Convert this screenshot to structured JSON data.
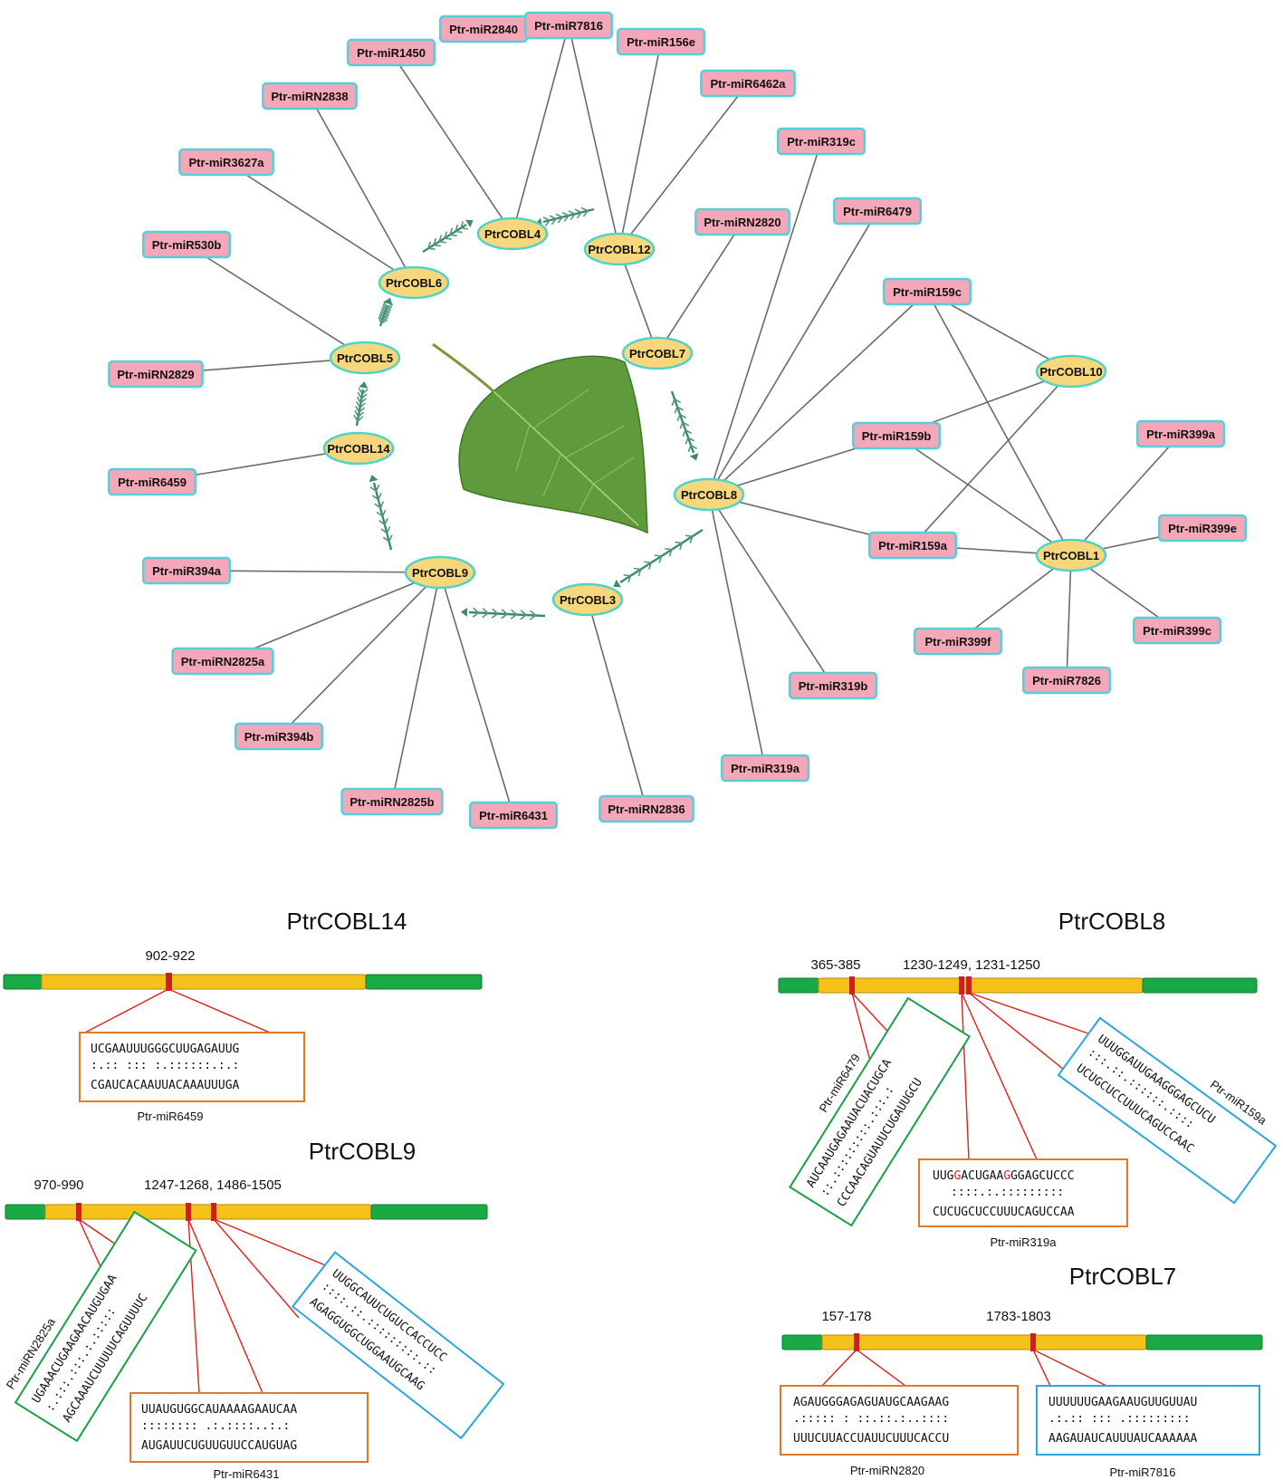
{
  "network": {
    "mirnas": [
      "Ptr-miR2840",
      "Ptr-miR7816",
      "Ptr-miR1450",
      "Ptr-miR156e",
      "Ptr-miR6462a",
      "Ptr-miRN2838",
      "Ptr-miR319c",
      "Ptr-miR3627a",
      "Ptr-miR6479",
      "Ptr-miRN2820",
      "Ptr-miR530b",
      "Ptr-miR159c",
      "Ptr-miRN2829",
      "Ptr-miR159b",
      "Ptr-miR399a",
      "Ptr-miR6459",
      "Ptr-miR399e",
      "Ptr-miR159a",
      "Ptr-miR394a",
      "Ptr-miR399f",
      "Ptr-miR399c",
      "Ptr-miRN2825a",
      "Ptr-miR7826",
      "Ptr-miR319b",
      "Ptr-miR394b",
      "Ptr-miR319a",
      "Ptr-miRN2825b",
      "Ptr-miRN2836",
      "Ptr-miR6431"
    ],
    "genes": [
      "PtrCOBL4",
      "PtrCOBL12",
      "PtrCOBL6",
      "PtrCOBL7",
      "PtrCOBL5",
      "PtrCOBL10",
      "PtrCOBL14",
      "PtrCOBL8",
      "PtrCOBL1",
      "PtrCOBL9",
      "PtrCOBL3"
    ],
    "edges": [
      [
        "Ptr-miR1450",
        "PtrCOBL4"
      ],
      [
        "Ptr-miRN2840",
        "PtrCOBL4"
      ],
      [
        "Ptr-miR7816",
        "PtrCOBL4"
      ],
      [
        "Ptr-miR7816",
        "PtrCOBL12"
      ],
      [
        "Ptr-miR156e",
        "PtrCOBL12"
      ],
      [
        "Ptr-miR6462a",
        "PtrCOBL12"
      ],
      [
        "PtrCOBL12",
        "PtrCOBL7"
      ],
      [
        "Ptr-miRN2820",
        "PtrCOBL7"
      ],
      [
        "Ptr-miRN2838",
        "PtrCOBL6"
      ],
      [
        "Ptr-miR3627a",
        "PtrCOBL6"
      ],
      [
        "Ptr-miR530b",
        "PtrCOBL5"
      ],
      [
        "Ptr-miRN2829",
        "PtrCOBL5"
      ],
      [
        "Ptr-miR6459",
        "PtrCOBL14"
      ],
      [
        "Ptr-miR394a",
        "PtrCOBL9"
      ],
      [
        "Ptr-miRN2825a",
        "PtrCOBL9"
      ],
      [
        "Ptr-miR394b",
        "PtrCOBL9"
      ],
      [
        "Ptr-miRN2825b",
        "PtrCOBL9"
      ],
      [
        "Ptr-miR6431",
        "PtrCOBL9"
      ],
      [
        "Ptr-miRN2836",
        "PtrCOBL3"
      ],
      [
        "Ptr-miR319c",
        "PtrCOBL8"
      ],
      [
        "Ptr-miR6479",
        "PtrCOBL8"
      ],
      [
        "Ptr-miR159c",
        "PtrCOBL8"
      ],
      [
        "Ptr-miR159b",
        "PtrCOBL8"
      ],
      [
        "Ptr-miR159a",
        "PtrCOBL8"
      ],
      [
        "Ptr-miR319b",
        "PtrCOBL8"
      ],
      [
        "Ptr-miR319a",
        "PtrCOBL8"
      ],
      [
        "Ptr-miR159c",
        "PtrCOBL10"
      ],
      [
        "Ptr-miR159b",
        "PtrCOBL10"
      ],
      [
        "Ptr-miR159a",
        "PtrCOBL10"
      ],
      [
        "Ptr-miR159c",
        "PtrCOBL1"
      ],
      [
        "Ptr-miR159b",
        "PtrCOBL1"
      ],
      [
        "Ptr-miR159a",
        "PtrCOBL1"
      ],
      [
        "Ptr-miR399a",
        "PtrCOBL1"
      ],
      [
        "Ptr-miR399e",
        "PtrCOBL1"
      ],
      [
        "Ptr-miR399c",
        "PtrCOBL1"
      ],
      [
        "Ptr-miR7826",
        "PtrCOBL1"
      ],
      [
        "Ptr-miR399f",
        "PtrCOBL1"
      ]
    ]
  },
  "panels": {
    "cobl14": {
      "title": "PtrCOBL14",
      "pos": "902-922",
      "seq_top": "UCGAAUUUGGGCUUGAGAUUG",
      "seq_mid": ":.:: ::: :.::::::.:.:",
      "seq_bot": "CGAUCACAAUUACAAAUUUGA",
      "mirna": "Ptr-miR6459"
    },
    "cobl9": {
      "title": "PtrCOBL9",
      "pos_left": "970-990",
      "pos_right": "1247-1268,  1486-1505",
      "left": {
        "mirna": "Ptr-miRN2825a",
        "seq_top": "UGAAACUGAAGAACAUGUGAA",
        "seq_mid": ":.:::.:::.:.:::::",
        "seq_bot": "AGCAAAUCUUUUUCAGUUUUC"
      },
      "bottom": {
        "mirna": "Ptr-miR6431",
        "seq_top": "UUAUGUGGCAUAAAAGAAUCAA",
        "seq_mid": "::::::::  .:.::::..:.:",
        "seq_bot": "AUGAUUCUGUUGUUCCAUGUAG"
      },
      "right": {
        "seq_top": "UUGGCAUUCUGUCCACCUCC",
        "seq_mid": "::::.::.:::::::::.::",
        "seq_bot": "AGAGGUGGCUGGAAUGCAAG"
      }
    },
    "cobl8": {
      "title": "PtrCOBL8",
      "pos_left": "365-385",
      "pos_right": "1230-1249,  1231-1250",
      "left": {
        "mirna": "Ptr-miR6479",
        "seq_top": "AUCAAUGAGAAUACUACUGCA",
        "seq_mid": "::.:::::::::.:::.:",
        "seq_bot": "CCCAACAGUAUUCUGAUUGCU"
      },
      "bottom": {
        "mirna": "Ptr-miR319a",
        "seq_top_a": "UUG",
        "seq_top_b": "G",
        "seq_top_c": "ACUGAA",
        "seq_top_d": "G",
        "seq_top_e": "GGAGCUCCC",
        "seq_mid": "::::.:.:::::::::",
        "seq_bot": "CUCUGCUCCUUUCAGUCCAA"
      },
      "right": {
        "mirna": "Ptr-miR159a",
        "seq_top": "UUUGGAUUGAAGGGAGCUCU",
        "seq_mid": ":::.::.::::::.::::",
        "seq_bot": "UCUGCUCCUUUCAGUCCAAC"
      }
    },
    "cobl7": {
      "title": "PtrCOBL7",
      "pos_left": "157-178",
      "pos_right": "1783-1803",
      "left": {
        "mirna": "Ptr-miRN2820",
        "seq_top": "AGAUGGGAGAGUAUGCAAGAAG",
        "seq_mid": ".:::::  : ::.::.:..::::",
        "seq_bot": "UUUCUUACCUAUUCUUUCACCU"
      },
      "right": {
        "mirna": "Ptr-miR7816",
        "seq_top": "UUUUUUGAAGAAUGUUGUUAU",
        "seq_mid": ".:.:: ::: .:::::::::",
        "seq_bot": "AAGAUAUCAUUUAUCAAAAAA"
      }
    }
  }
}
